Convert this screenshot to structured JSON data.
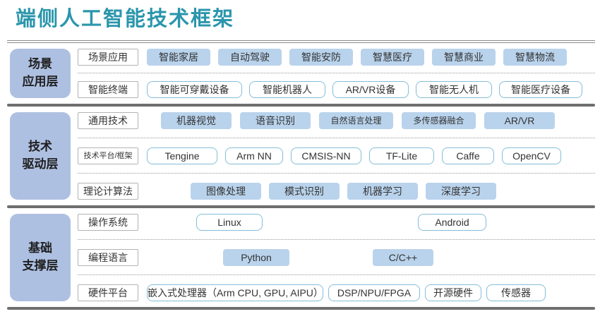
{
  "title": "端侧人工智能技术框架",
  "colors": {
    "title": "#2b96ac",
    "layer_block_bg": "#aec0e2",
    "filled_item_bg": "#b9d3ec",
    "outlined_item_border": "#85bdd9",
    "category_border": "#b3b3b3",
    "separator": "#6e6e6e"
  },
  "layers": [
    {
      "name": "场景应用层",
      "label_lines": [
        "场景",
        "应用层"
      ],
      "rows": [
        {
          "category": "场景应用",
          "items": [
            "智能家居",
            "自动驾驶",
            "智能安防",
            "智慧医疗",
            "智慧商业",
            "智慧物流"
          ]
        },
        {
          "category": "智能终端",
          "items": [
            "智能可穿戴设备",
            "智能机器人",
            "AR/VR设备",
            "智能无人机",
            "智能医疗设备"
          ]
        }
      ]
    },
    {
      "name": "技术驱动层",
      "label_lines": [
        "技术",
        "驱动层"
      ],
      "rows": [
        {
          "category": "通用技术",
          "items": [
            "机器视觉",
            "语音识别",
            "自然语言处理",
            "多传感器融合",
            "AR/VR"
          ]
        },
        {
          "category": "技术平台/框架",
          "items": [
            "Tengine",
            "Arm NN",
            "CMSIS-NN",
            "TF-Lite",
            "Caffe",
            "OpenCV"
          ]
        },
        {
          "category": "理论计算法",
          "items": [
            "图像处理",
            "模式识别",
            "机器学习",
            "深度学习"
          ]
        }
      ]
    },
    {
      "name": "基础支撑层",
      "label_lines": [
        "基础",
        "支撑层"
      ],
      "rows": [
        {
          "category": "操作系统",
          "items": [
            "Linux",
            "Android"
          ]
        },
        {
          "category": "编程语言",
          "items": [
            "Python",
            "C/C++"
          ]
        },
        {
          "category": "硬件平台",
          "items": [
            "嵌入式处理器（Arm CPU, GPU, AIPU）",
            "DSP/NPU/FPGA",
            "开源硬件",
            "传感器"
          ]
        }
      ]
    }
  ]
}
